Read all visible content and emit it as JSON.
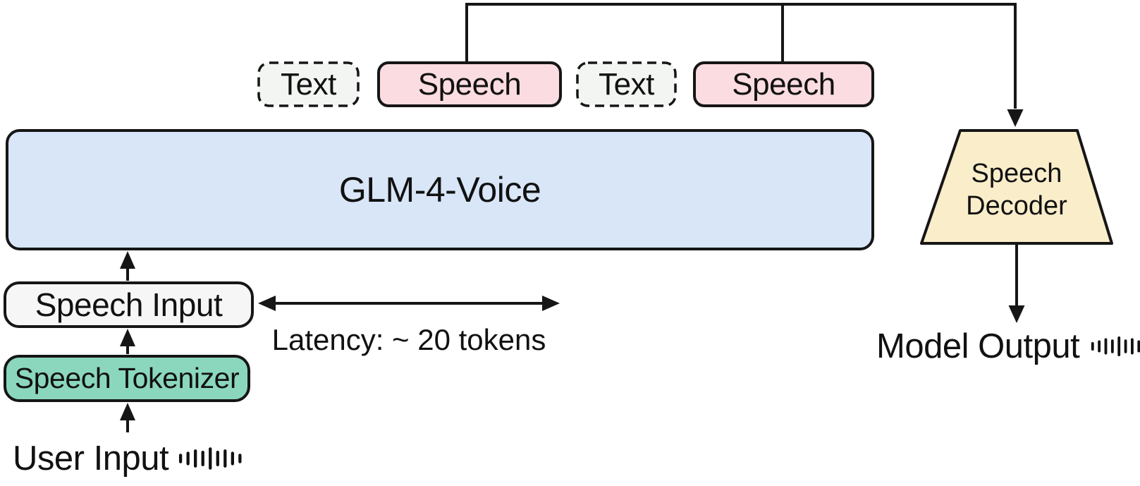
{
  "colors": {
    "line": "#161616",
    "text": "#111111",
    "text_token_bg": "#f3f5f3",
    "speech_token_bg": "#fbdce1",
    "model_bg": "#d8e6f8",
    "input_bg": "#f5f6f5",
    "tokenizer_bg": "#8bd7be",
    "decoder_bg": "#faedca"
  },
  "tokens": [
    {
      "label": "Text",
      "kind": "text"
    },
    {
      "label": "Speech",
      "kind": "speech"
    },
    {
      "label": "Text",
      "kind": "text"
    },
    {
      "label": "Speech",
      "kind": "speech"
    }
  ],
  "model": {
    "label": "GLM-4-Voice"
  },
  "pipeline": {
    "speech_input": "Speech Input",
    "speech_tokenizer": "Speech Tokenizer",
    "user_input": "User Input"
  },
  "annotations": {
    "latency": "Latency: ~ 20 tokens"
  },
  "decoder": {
    "label": "Speech Decoder",
    "output_label": "Model Output"
  },
  "icons": {
    "user_input": "waveform-icon",
    "model_output": "waveform-icon"
  }
}
